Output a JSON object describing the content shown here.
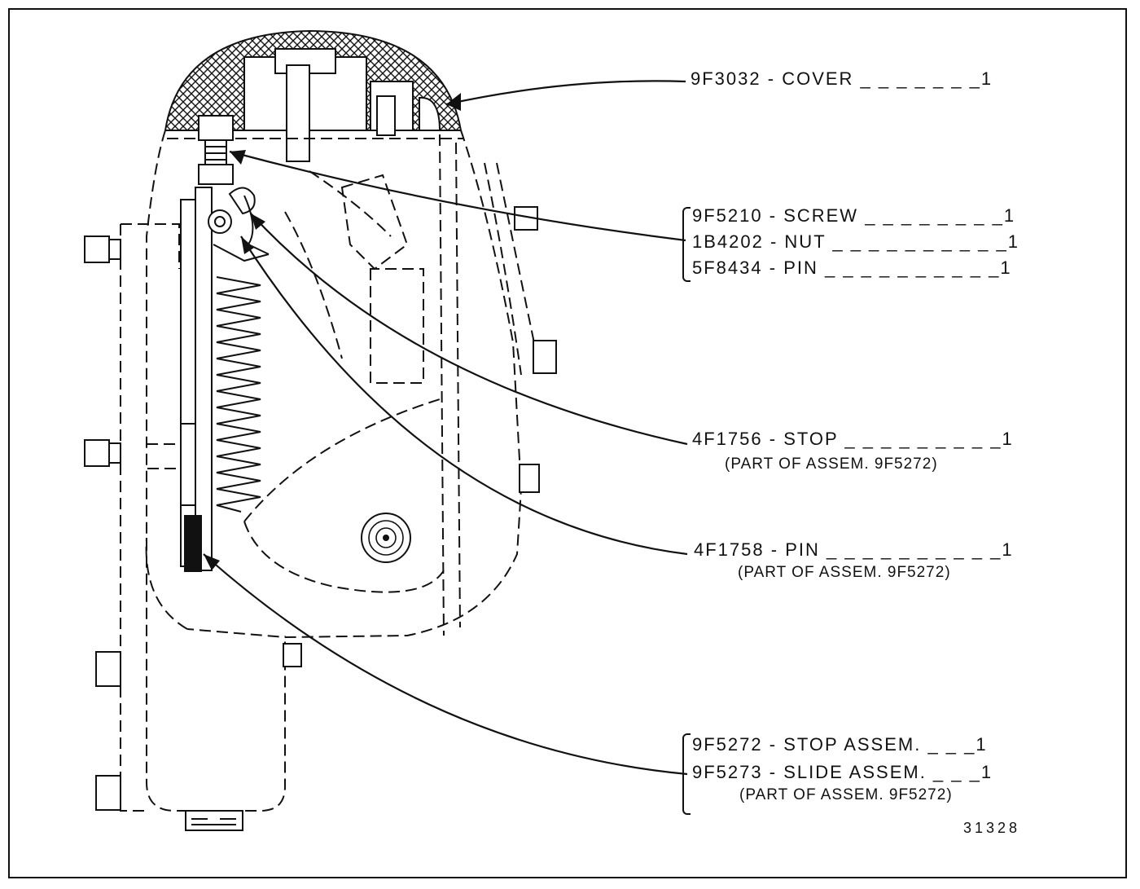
{
  "labels": {
    "cover": {
      "part": "9F3032",
      "name": "COVER",
      "qty": "1"
    },
    "screw": {
      "part": "9F5210",
      "name": "SCREW",
      "qty": "1"
    },
    "nut": {
      "part": "1B4202",
      "name": "NUT",
      "qty": "1"
    },
    "pin1": {
      "part": "5F8434",
      "name": "PIN",
      "qty": "1"
    },
    "stop": {
      "part": "4F1756",
      "name": "STOP",
      "qty": "1",
      "note": "(PART OF ASSEM. 9F5272)"
    },
    "pin2": {
      "part": "4F1758",
      "name": "PIN",
      "qty": "1",
      "note": "(PART OF ASSEM. 9F5272)"
    },
    "stop_assem": {
      "part": "9F5272",
      "name": "STOP ASSEM.",
      "qty": "1"
    },
    "slide_assem": {
      "part": "9F5273",
      "name": "SLIDE ASSEM.",
      "qty": "1",
      "note": "(PART OF ASSEM. 9F5272)"
    }
  },
  "figure_number": "31328"
}
